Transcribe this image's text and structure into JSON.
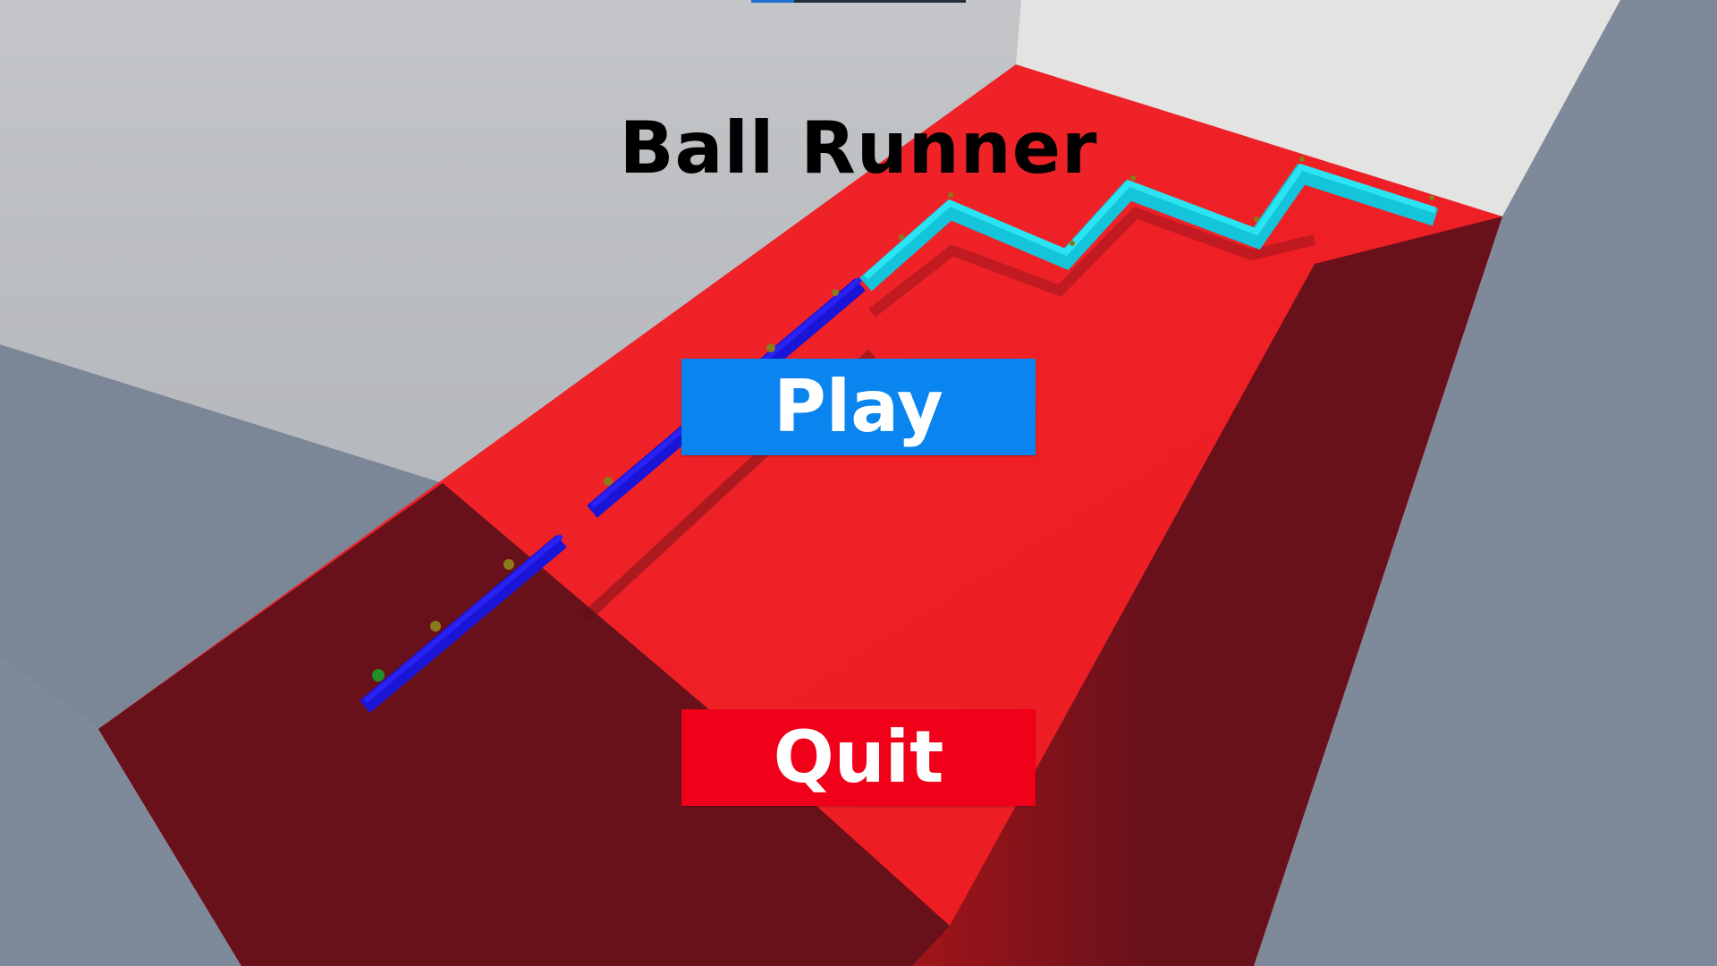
{
  "game": {
    "title": "Ball Runner"
  },
  "menu": {
    "play_label": "Play",
    "quit_label": "Quit"
  },
  "colors": {
    "play_button": "#0a84ef",
    "quit_button": "#f1001a",
    "floor": "#ef1c22",
    "floor_shadow": "#68111b",
    "path_dark": "#1414e6",
    "path_light": "#1ed1e6",
    "wall": "#8691a0"
  },
  "icons": {
    "collectible": "gem-icon"
  }
}
